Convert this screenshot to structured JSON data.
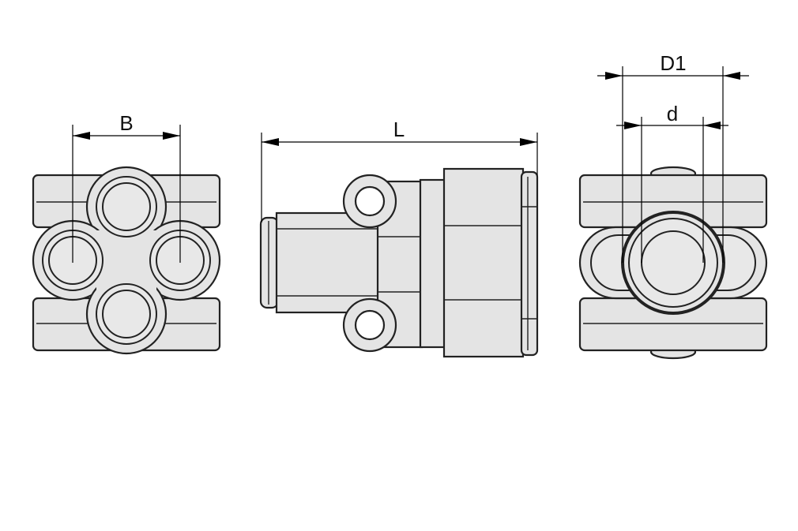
{
  "dimensions": {
    "B": "B",
    "L": "L",
    "D1": "D1",
    "d": "d"
  },
  "colors": {
    "part_fill": "#e4e4e4",
    "outline": "#222222",
    "background": "#ffffff"
  }
}
